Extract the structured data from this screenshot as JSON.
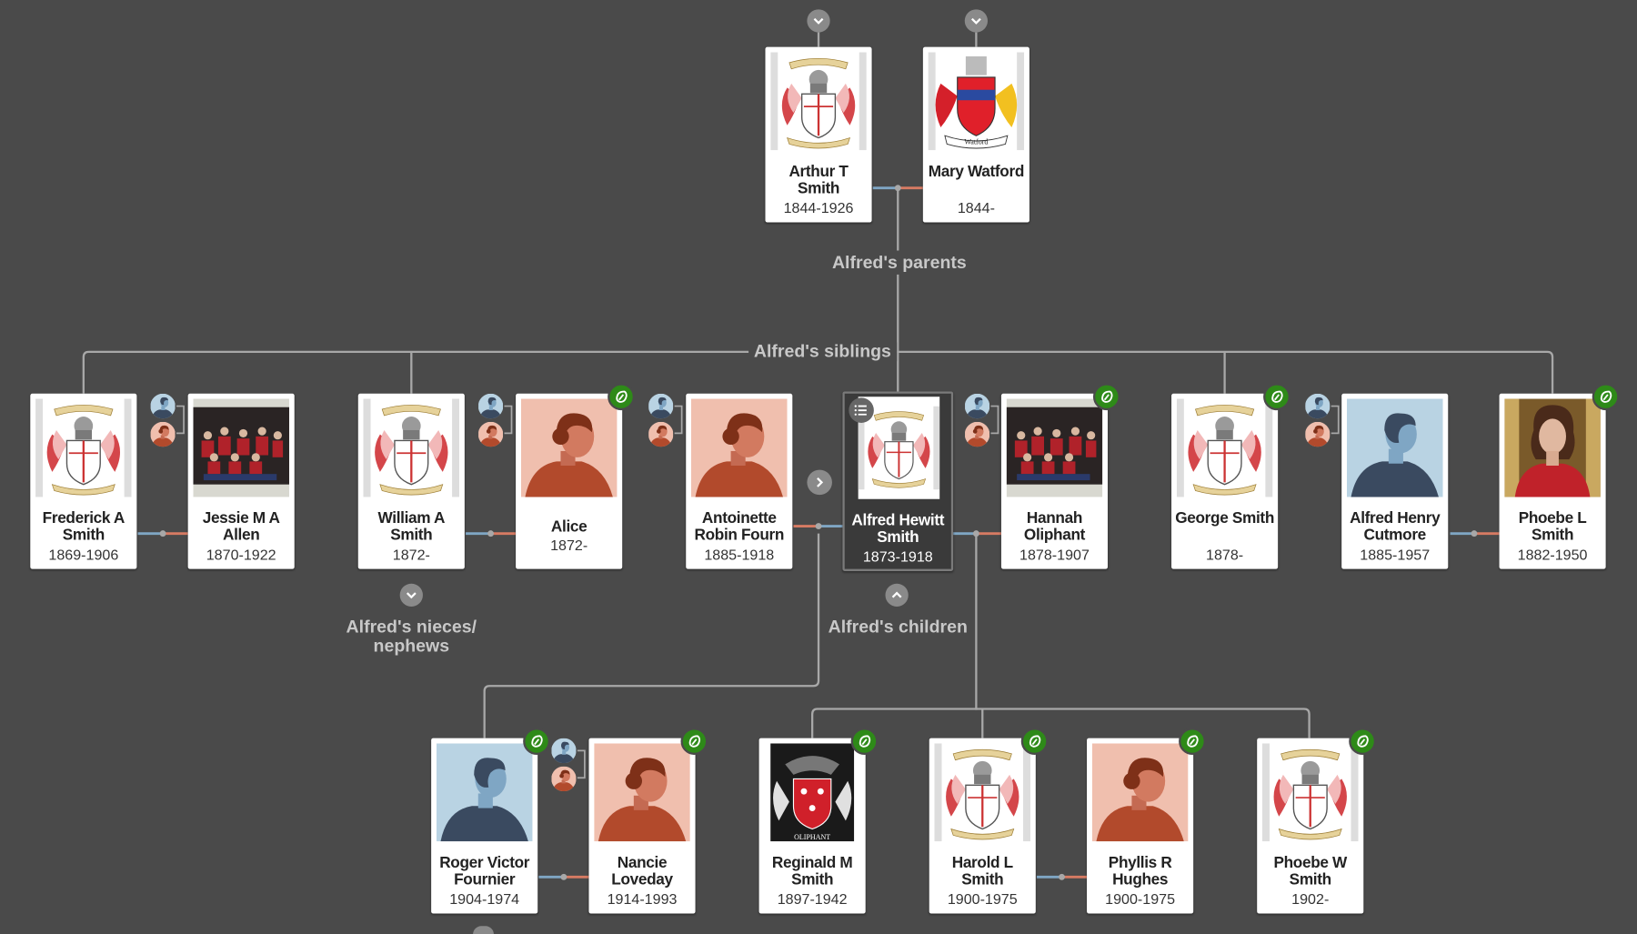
{
  "labels": {
    "parents": "Alfred's parents",
    "siblings": "Alfred's siblings",
    "nieces_line1": "Alfred's nieces/",
    "nieces_line2": "nephews",
    "children": "Alfred's children"
  },
  "people": {
    "arthur": {
      "name": "Arthur T Smith",
      "dates": "1844-1926"
    },
    "mary": {
      "name": "Mary Watford",
      "dates": "1844-"
    },
    "frederick": {
      "name": "Frederick A Smith",
      "dates": "1869-1906"
    },
    "jessie": {
      "name": "Jessie M A Allen",
      "dates": "1870-1922"
    },
    "william": {
      "name": "William A Smith",
      "dates": "1872-"
    },
    "alice": {
      "name": "Alice",
      "dates": "1872-"
    },
    "antoinette": {
      "name": "Antoinette Robin Fourn",
      "dates": "1885-1918"
    },
    "alfred": {
      "name": "Alfred Hewitt Smith",
      "dates": "1873-1918"
    },
    "hannah": {
      "name": "Hannah Oliphant",
      "dates": "1878-1907"
    },
    "george": {
      "name": "George Smith",
      "dates": "1878-"
    },
    "alfredhc": {
      "name": "Alfred Henry Cutmore",
      "dates": "1885-1957"
    },
    "phoebel": {
      "name": "Phoebe L Smith",
      "dates": "1882-1950"
    },
    "roger": {
      "name": "Roger Victor Fournier",
      "dates": "1904-1974"
    },
    "nancie": {
      "name": "Nancie Loveday",
      "dates": "1914-1993"
    },
    "reginald": {
      "name": "Reginald M Smith",
      "dates": "1897-1942"
    },
    "harold": {
      "name": "Harold L Smith",
      "dates": "1900-1975"
    },
    "phyllis": {
      "name": "Phyllis R Hughes",
      "dates": "1900-1975"
    },
    "phoebew": {
      "name": "Phoebe W Smith",
      "dates": "1902-"
    }
  },
  "crests": {
    "watford_text": "Watford",
    "oliphant_text": "OLIPHANT"
  },
  "colors": {
    "background": "#4a4a4a",
    "line": "#a8a8a8",
    "male_link": "#7fa6c4",
    "female_link": "#d77b63",
    "hint_badge": "#2e8a18"
  }
}
